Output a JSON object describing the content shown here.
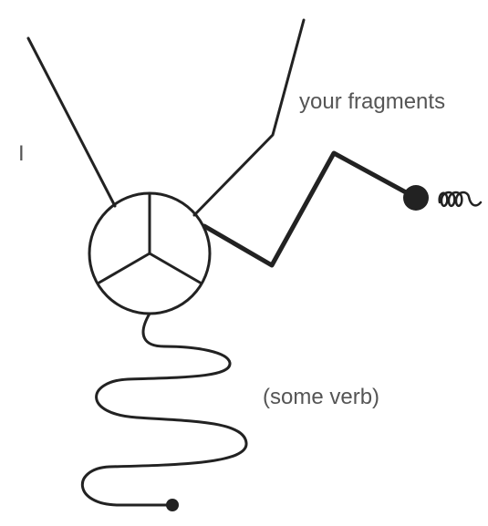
{
  "labels": {
    "subject": "I",
    "object": "your fragments",
    "verb": "(some verb)"
  },
  "colors": {
    "line": "#222222",
    "text": "#555555",
    "background": "#ffffff"
  },
  "icons": {
    "hub": "divided-circle",
    "dendrite": "branch-line",
    "axon_terminal": "dot-with-coil",
    "axon": "squiggle-line"
  }
}
